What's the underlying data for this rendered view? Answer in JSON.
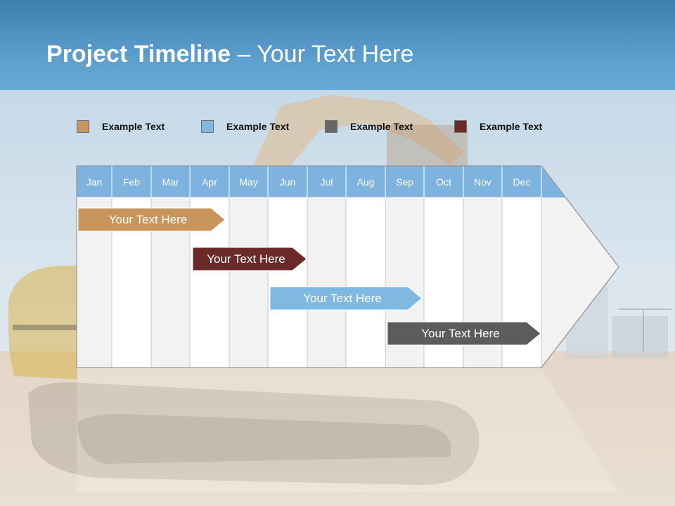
{
  "slide": {
    "title_bold": "Project Timeline",
    "title_rest": " – Your Text Here"
  },
  "legend": [
    {
      "label": "Example Text",
      "color": "#c8955c"
    },
    {
      "label": "Example Text",
      "color": "#7fb8e0"
    },
    {
      "label": "Example Text",
      "color": "#666666"
    },
    {
      "label": "Example Text",
      "color": "#6b2a2a"
    }
  ],
  "months": [
    "Jan",
    "Feb",
    "Mar",
    "Apr",
    "May",
    "Jun",
    "Jul",
    "Aug",
    "Sep",
    "Oct",
    "Nov",
    "Dec"
  ],
  "tasks": [
    {
      "label": "Your  Text Here",
      "color": "#c8955c"
    },
    {
      "label": "Your  Text Here",
      "color": "#6b2a2a"
    },
    {
      "label": "Your  Text Here",
      "color": "#7fb8e0"
    },
    {
      "label": "Your  Text Here",
      "color": "#5c5c5c"
    }
  ],
  "colors": {
    "header_blue": "#7fb3df",
    "column_light": "#f2f2f2",
    "column_white": "#ffffff",
    "title_band": "#4d8ec2"
  }
}
